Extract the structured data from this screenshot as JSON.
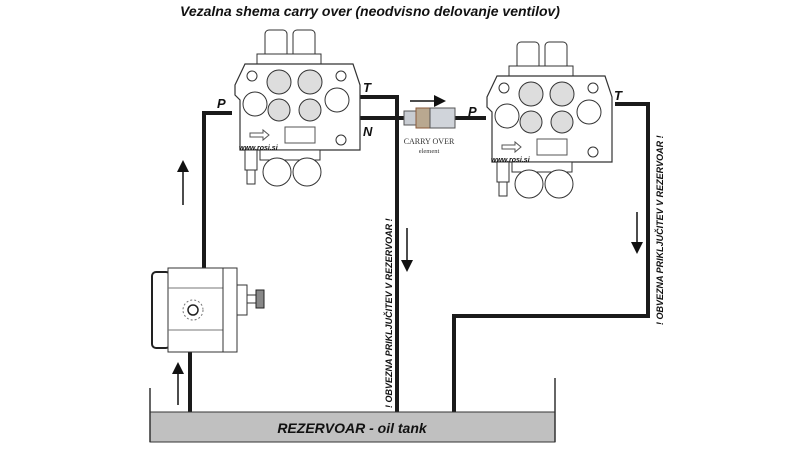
{
  "title": "Vezalna shema carry over (neodvisno delovanje ventilov)",
  "valve1": {
    "port_p": "P",
    "port_t": "T",
    "port_n": "N",
    "brand": "www.rosi.si"
  },
  "valve2": {
    "port_p": "P",
    "port_t": "T",
    "brand": "www.rosi.si"
  },
  "carry_over": {
    "line1": "CARRY OVER",
    "line2": "element"
  },
  "return_note_1": "! OBVEZNA PRIKLJUČITEV V REZERVOAR !",
  "return_note_2": "! OBVEZNA PRIKLJUČITEV V REZERVOAR !",
  "tank_label": "REZERVOAR - oil tank",
  "colors": {
    "line": "#1a1a1a",
    "tank": "#c0c0c0"
  }
}
